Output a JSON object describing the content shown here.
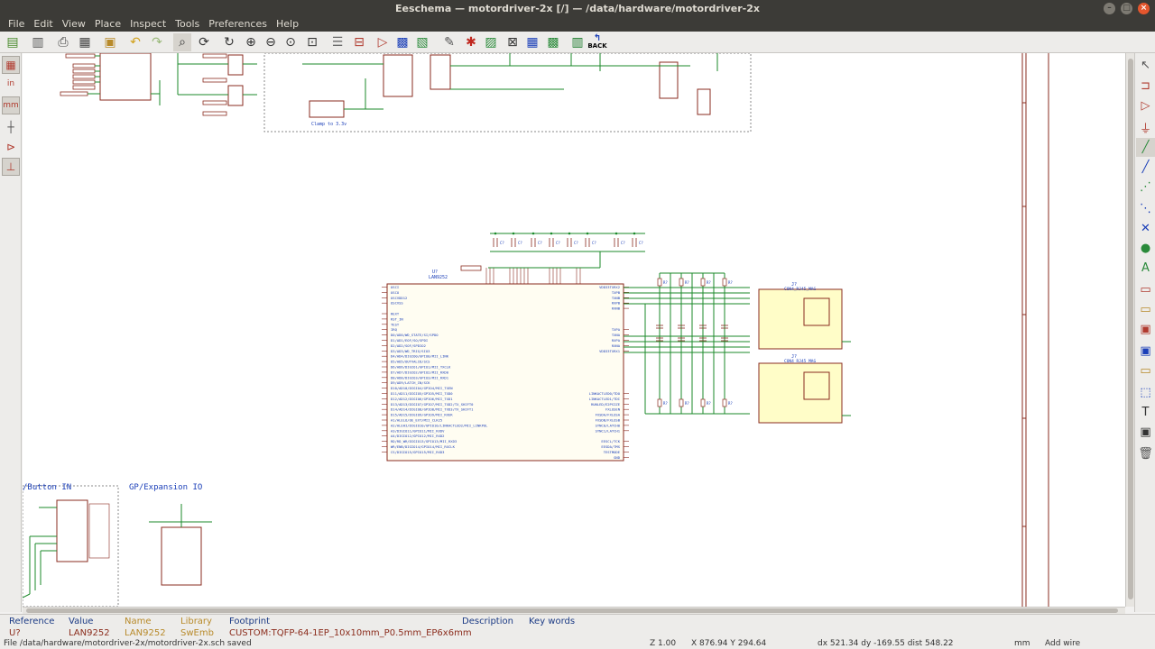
{
  "window": {
    "title": "Eeschema — motordriver-2x [/] — /data/hardware/motordriver-2x",
    "controls": [
      "–",
      "□",
      "×"
    ]
  },
  "menu": [
    "File",
    "Edit",
    "View",
    "Place",
    "Inspect",
    "Tools",
    "Preferences",
    "Help"
  ],
  "toolbar": {
    "back_label": "BACK",
    "icons": [
      "new-schematic-icon",
      "open-schematic-icon",
      "page-settings-icon",
      "print-icon",
      "plot-icon",
      "paste-icon",
      "undo-icon",
      "redo-icon",
      "find-icon",
      "find-replace-icon",
      "refresh-icon",
      "zoom-in-icon",
      "zoom-out-icon",
      "zoom-fit-icon",
      "zoom-selection-icon",
      "hierarchy-navigator-icon",
      "leave-sheet-icon",
      "library-editor-icon",
      "library-browser-icon",
      "annotate-icon",
      "erc-icon",
      "assign-footprints-icon",
      "netlist-icon",
      "bom-icon",
      "pcb-layout-icon"
    ]
  },
  "left_tools": {
    "grid": "▦",
    "units_in": "in",
    "units_mm": "mm",
    "cursor": "┼",
    "hidden_pins": "⊳",
    "lines_45": "⊥"
  },
  "right_tools": [
    "select-icon",
    "highlight-net-icon",
    "place-symbol-icon",
    "place-power-icon",
    "add-wire-icon",
    "add-bus-icon",
    "wire-bus-entry-icon",
    "no-connect-icon",
    "junction-icon",
    "net-label-icon",
    "global-label-icon",
    "hierarchical-label-icon",
    "hierarchical-sheet-icon",
    "import-sheet-pin-icon",
    "sheet-pin-icon",
    "graphic-line-icon",
    "text-icon",
    "image-icon",
    "delete-icon"
  ],
  "schematic": {
    "sheet_label_button": "/Button IN",
    "sheet_label_expansion": "GP/Expansion IO",
    "main_ic_ref": "U?",
    "main_ic_value": "LAN9252",
    "clamp_label": "Clamp to 3.3v",
    "connector_ref": "J?",
    "connector_value": "CON4_RJ45_MAG",
    "chip_left_pins": [
      "OSCI",
      "OSCO",
      "OSCVDD12",
      "OSCVSS",
      "",
      "REXT",
      "RST_IN",
      "TEST",
      "IRQ",
      "D0/AD0/WD_STATE/SI/SPDO",
      "D1/AD1/EOF/SO/SPDI",
      "D2/AD2/SOF/SPDIO2",
      "D3/AD3/WD_TRIG/SIO3",
      "D4/AD4/DIGIO0/GPIO0/MII_LINK",
      "D5/AD5/OUTVALID/SCS",
      "D6/AD6/DIGIO1/GPIO1/MII_TXCLK",
      "D7/AD7/DIGIO2/GPIO2/MII_RXD0",
      "D8/AD8/DIGIO3/GPIO3/MII_RXD1",
      "D9/AD9/LATCH_IN/SCK",
      "D10/AD10/DIGIO4/GPIO4/MII_TXEN",
      "D11/AD11/DIGIO5/GPIO5/MII_TXD0",
      "D12/AD12/DIGIO6/GPIO6/MII_TXD1",
      "D13/AD13/DIGIO7/GPIO7/MII_TXD2/TX_SHIFT0",
      "D14/AD14/DIGIO8/GPIO8/MII_TXD3/TX_SHIFT1",
      "D15/AD15/DIGIO9/GPIO9/MII_RXER",
      "A1/ALELO/OE_EXT/MII_CLK25",
      "A2/ALEHI/DIGIO10/GPIO10/LINKACTLED2/MII_LINKPOL",
      "A3/DIGIO11/GPIO11/MII_RXDV",
      "A4/DIGIO12/GPIO12/MII_RXD2",
      "RD/RD_WR/DIGIO13/GPIO13/MII_RXD3",
      "WR/ENB/DIGIO14/GPIO14/MII_RXCLK",
      "CS/DIGIO15/GPIO15/MII_RXD3"
    ],
    "chip_right_pins": [
      "VDD33TXRX2",
      "TXPB",
      "TXNB",
      "RXPB",
      "RXNB",
      "",
      "",
      "",
      "TXPA",
      "TXNA",
      "RXPA",
      "RXNA",
      "VDD33TXRX1",
      "",
      "",
      "",
      "",
      "",
      "",
      "",
      "LINKACTLED0/TDO",
      "LINKACTLED1/TDI",
      "RUNLED/E2PSIZE",
      "FXLOSEN",
      "FXSDA/FXLOSA",
      "FXSDB/FXLOSB",
      "SYNC0/LATCH0",
      "SYNC1/LATCH1",
      "",
      "EESCL/TCK",
      "EESDA/TMS",
      "TESTMODE",
      "GND"
    ],
    "cap_label": "C?",
    "res_label": "R?"
  },
  "message_panel": [
    {
      "label": "Reference",
      "value": "U?"
    },
    {
      "label": "Value",
      "value": "LAN9252"
    },
    {
      "label": "Name",
      "value": "LAN9252"
    },
    {
      "label": "Library",
      "value": "SwEmb"
    },
    {
      "label": "Footprint",
      "value": "CUSTOM:TQFP-64-1EP_10x10mm_P0.5mm_EP6x6mm"
    },
    {
      "label": "Description",
      "value": ""
    },
    {
      "label": "Key words",
      "value": ""
    }
  ],
  "status": {
    "file": "File /data/hardware/motordriver-2x/motordriver-2x.sch saved",
    "zoom": "Z 1.00",
    "coords": "X 876.94  Y 294.64",
    "delta": "dx 521.34  dy -169.55  dist 548.22",
    "units": "mm",
    "mode": "Add wire"
  }
}
